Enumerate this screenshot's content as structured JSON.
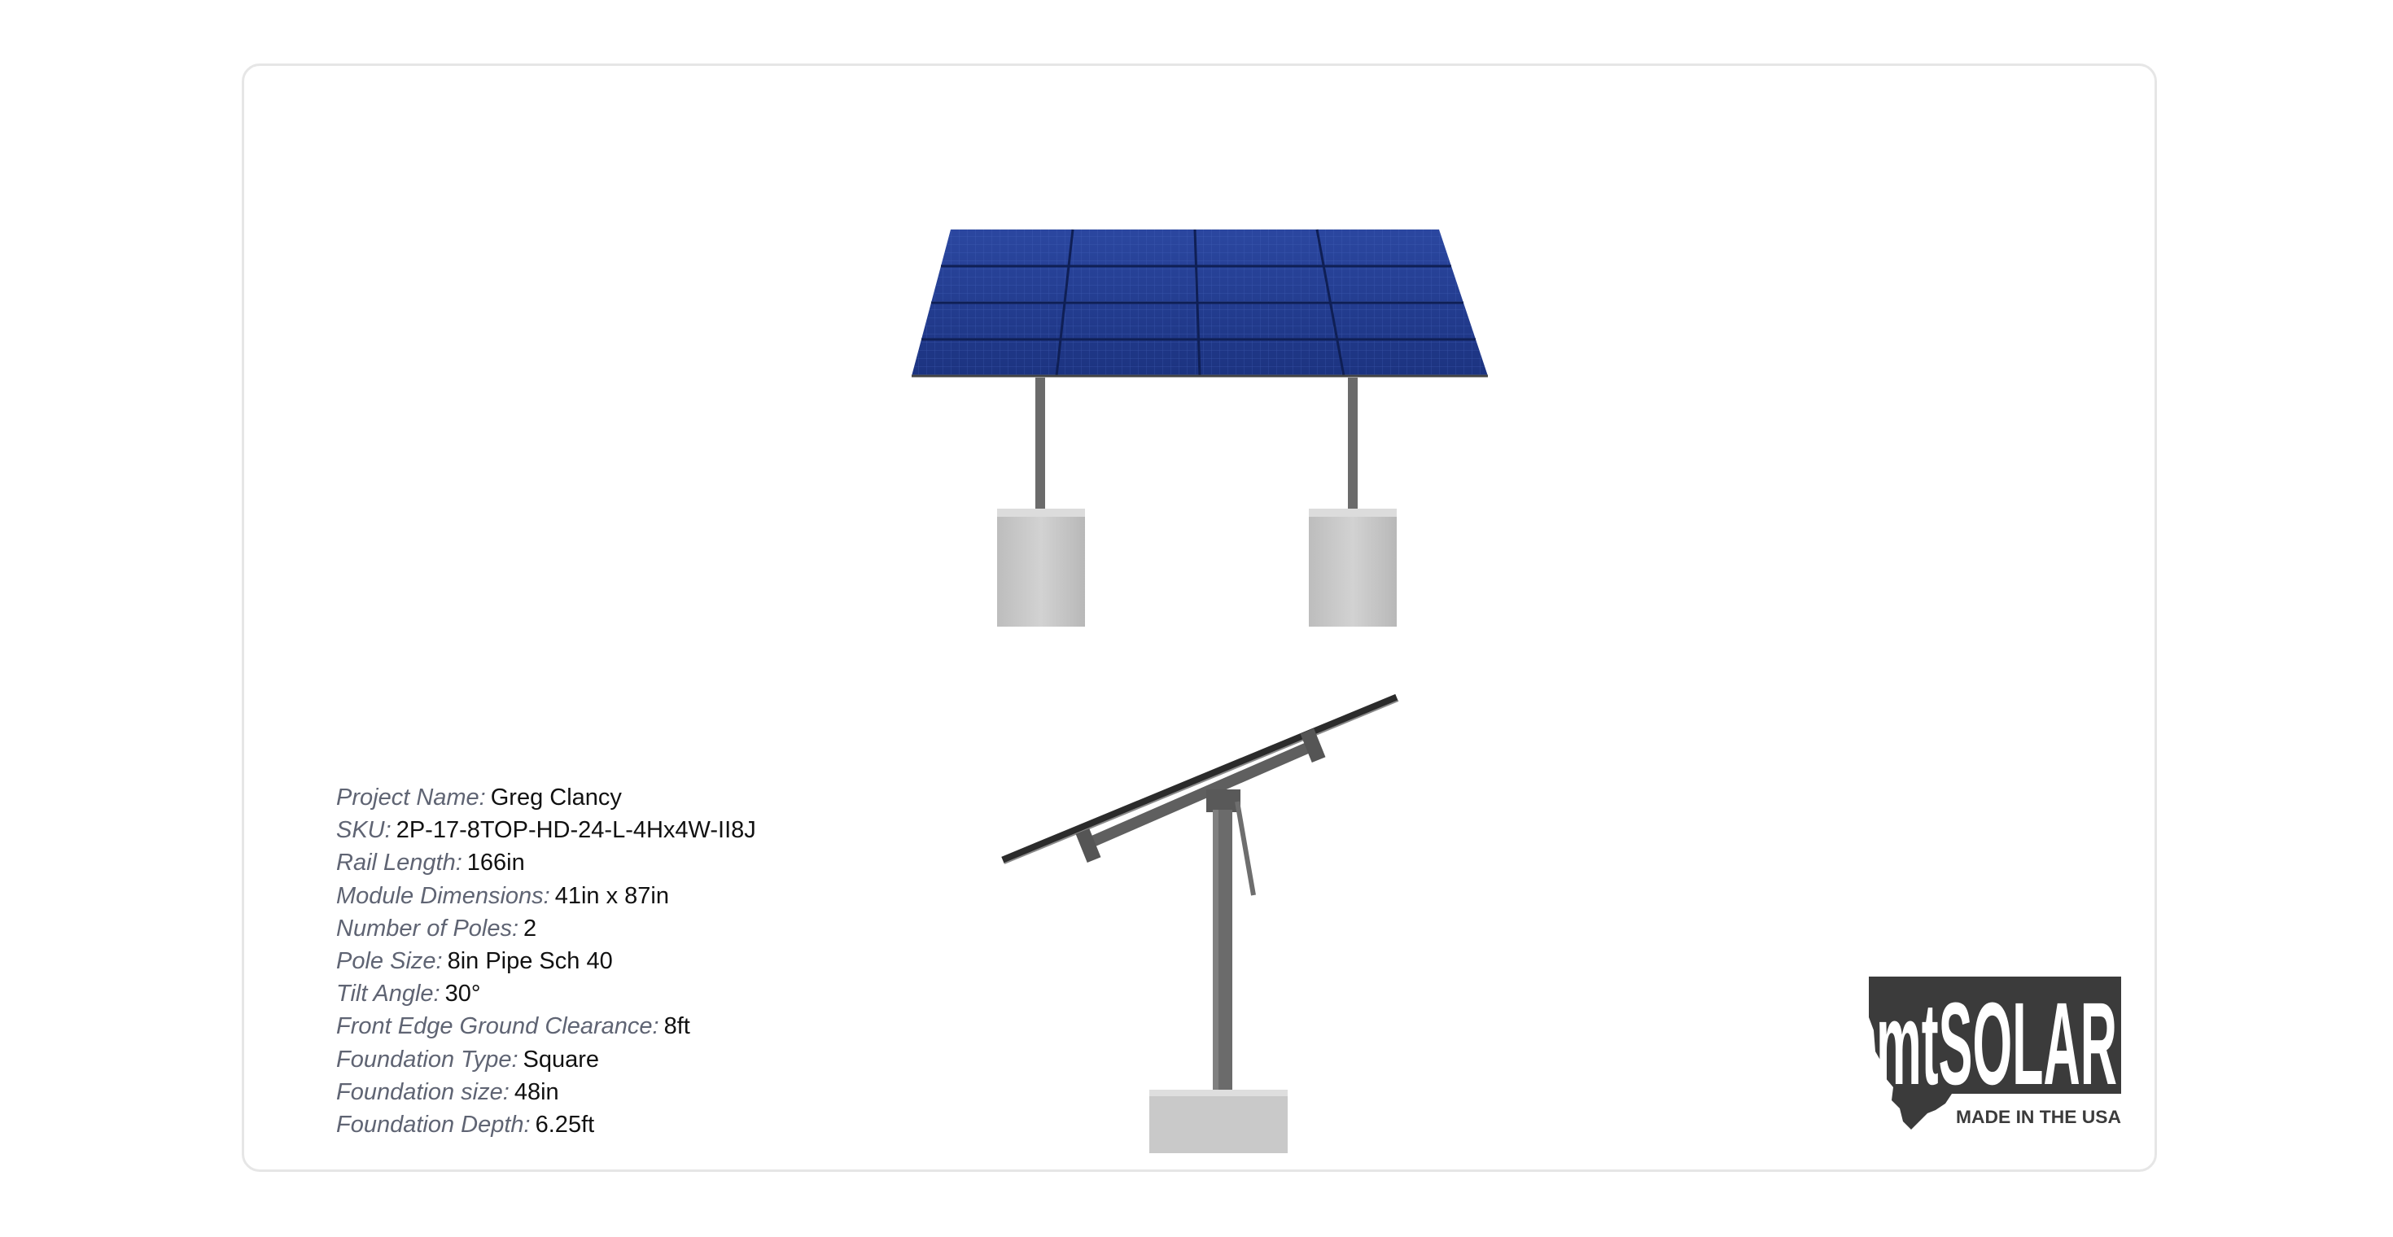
{
  "specs": [
    {
      "label": "Project Name:",
      "value": "Greg Clancy"
    },
    {
      "label": "SKU:",
      "value": "2P-17-8TOP-HD-24-L-4Hx4W-II8J"
    },
    {
      "label": "Rail Length:",
      "value": "166in"
    },
    {
      "label": "Module Dimensions:",
      "value": "41in x 87in"
    },
    {
      "label": "Number of Poles:",
      "value": "2"
    },
    {
      "label": "Pole Size:",
      "value": "8in Pipe Sch 40"
    },
    {
      "label": "Tilt Angle:",
      "value": "30°"
    },
    {
      "label": "Front Edge Ground Clearance:",
      "value": "8ft"
    },
    {
      "label": "Foundation Type:",
      "value": "Square"
    },
    {
      "label": "Foundation size:",
      "value": "48in"
    },
    {
      "label": "Foundation Depth:",
      "value": "6.25ft"
    }
  ],
  "logo": {
    "brand": "mtSOLAR",
    "tagline": "MADE IN THE USA",
    "icon": "montana-state-outline-icon"
  },
  "colors": {
    "panel": "#1e3a8c",
    "panel_grid": "#4d6cc4",
    "steel": "#6b6b6b",
    "concrete": "#c9c9c9",
    "logo_dark": "#3b3b3b",
    "label": "#5f6473"
  }
}
